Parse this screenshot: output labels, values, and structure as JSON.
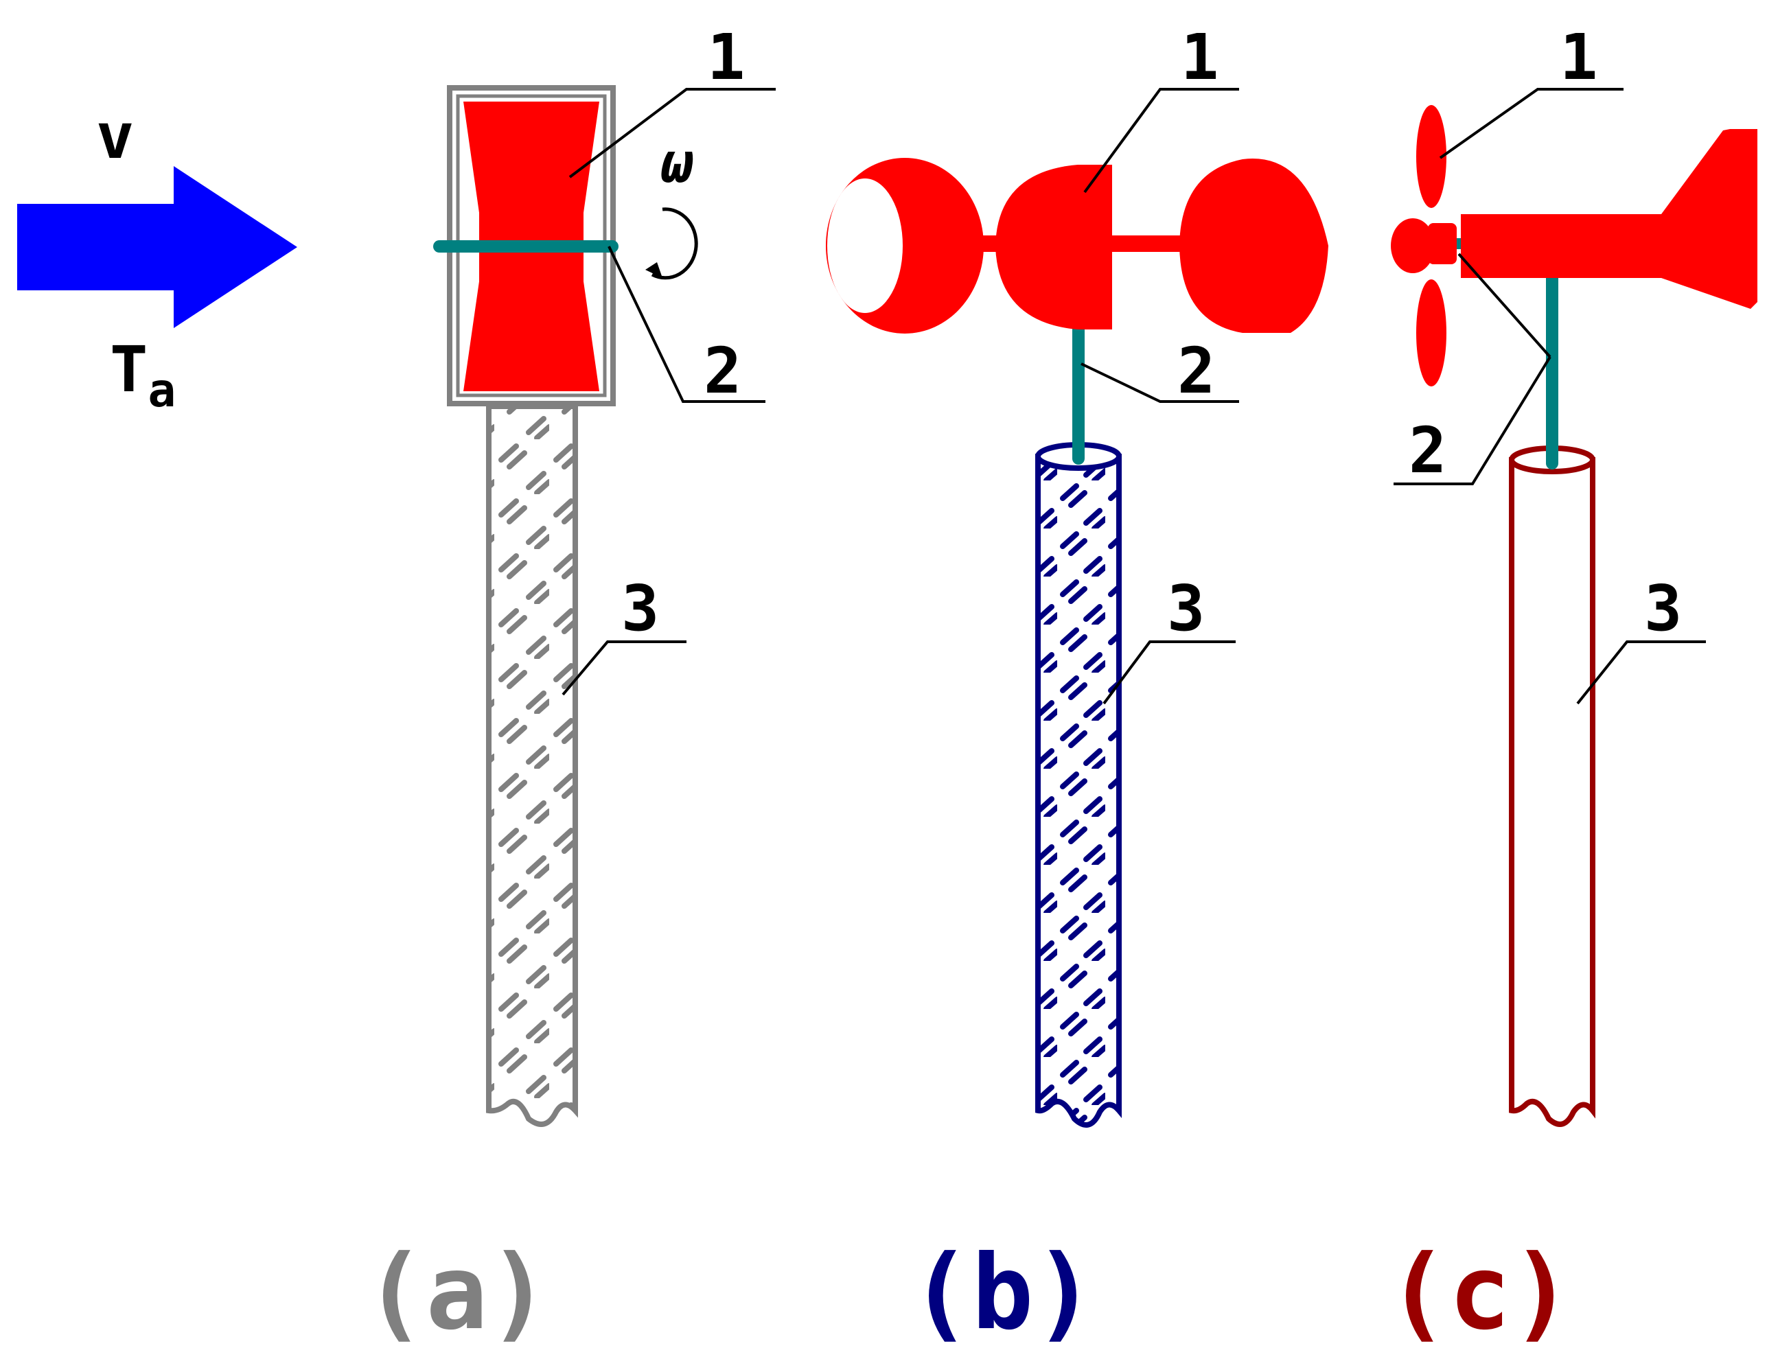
{
  "flow": {
    "velocity_label": "v",
    "temperature_label": "T",
    "temperature_subscript": "a",
    "omega_label": "ω",
    "arrow_color": "#0000ff"
  },
  "callouts": {
    "one": "1",
    "two": "2",
    "three": "3"
  },
  "panels": [
    {
      "label": "(a)",
      "color": "#808080"
    },
    {
      "label": "(b)",
      "color": "#000080"
    },
    {
      "label": "(c)",
      "color": "#990000"
    }
  ],
  "colors": {
    "rotor": "#ff0000",
    "shaft": "#008080",
    "mast_a": "#808080",
    "mast_b": "#000080",
    "mast_c": "#990000"
  }
}
